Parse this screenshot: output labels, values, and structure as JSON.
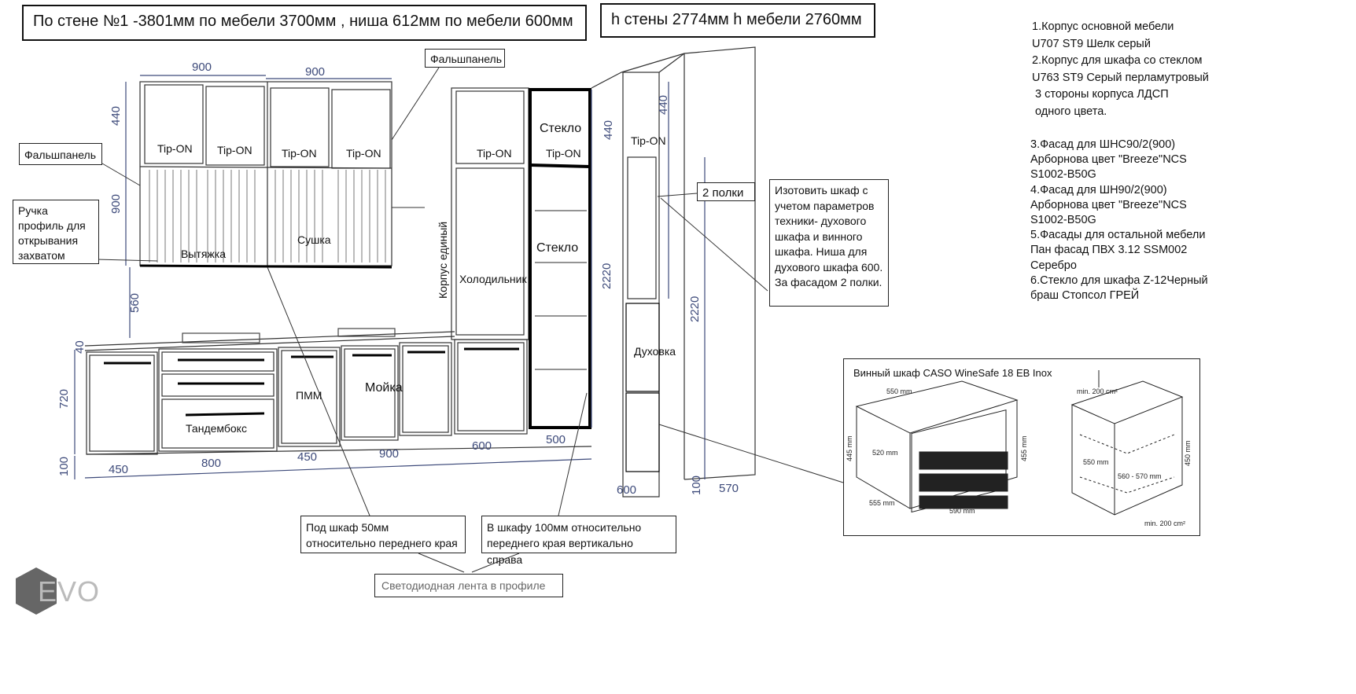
{
  "header": {
    "wall_text": "По стене №1 -3801мм по мебели 3700мм , ниша 612мм по мебели 600мм",
    "height_text": "h стены 2774мм   h мебели 2760мм"
  },
  "notes": {
    "lines_a": [
      "1.Корпус основной мебели",
      "U707 ST9 Шелк серый",
      "2.Корпус для шкафа со стеклом",
      "U763 ST9 Серый перламутровый",
      "3 стороны корпуса ЛДСП",
      "одного цвета."
    ],
    "lines_b": [
      "3.Фасад для ШНС90/2(900)",
      "Арборнова цвет \"Breeze\"NCS",
      "S1002-B50G",
      "4.Фасад для ШН90/2(900)",
      "Арборнова цвет \"Breeze\"NCS",
      "S1002-B50G",
      "5.Фасады для остальной мебели",
      "Пан фасад ПВХ 3.12 SSM002",
      "Серебро",
      "6.Стекло для шкафа Z-12Черный",
      "браш Стопсол ГРЕЙ"
    ]
  },
  "callouts": {
    "falshpanel_top": "Фальшпанель",
    "falshpanel_left": "Фальшпанель",
    "handle_profile": "Ручка профиль для открывания захватом",
    "two_shelves": "2 полки",
    "cabinet_note": "Изотовить шкаф с учетом параметров техники- духового шкафа и винного шкафа. Ниша для духового шкафа 600. За фасадом 2 полки.",
    "under_cabinet": "Под шкаф 50мм относительно переднего края",
    "in_cabinet": "В шкафу 100мм относительно переднего края вертикально справа",
    "led_strip": "Светодиодная лента в профиле"
  },
  "drawing_labels": {
    "tip_on": "Tip-ON",
    "steklo": "Стекло",
    "vytyazhka": "Вытяжка",
    "sushka": "Сушка",
    "korpus_edinyi": "Корпус единый",
    "holodilnik": "Холодильник",
    "duhovka": "Духовка",
    "pmm": "ПММ",
    "moyka": "Мойка",
    "tandemboks": "Тандембокс"
  },
  "dimensions": {
    "upper_w1": "900",
    "upper_w2": "900",
    "upper_h_top": "440",
    "upper_h_main": "900",
    "gap": "560",
    "countertop": "40",
    "base_h": "720",
    "plinth": "100",
    "base_w": [
      "450",
      "800",
      "450",
      "900",
      "600",
      "500"
    ],
    "tall_top": "440",
    "tall_body": "2220",
    "side_top": "440",
    "side_body": "2220",
    "side_depth": "600",
    "side_plinth": "100",
    "side_width": "570"
  },
  "wine_cabinet": {
    "title": "Винный шкаф CASO WineSafe 18 EB Inox",
    "dims": {
      "w_top": "550 mm",
      "h_left": "445 mm",
      "depth": "520 mm",
      "depth_bottom": "555 mm",
      "w_front": "590 mm",
      "h_front": "455 mm",
      "niche_top": "min. 200 cm²",
      "niche_w": "550 mm",
      "niche_w2": "560 - 570 mm",
      "niche_h": "450 mm",
      "niche_bottom": "min. 200 cm²"
    }
  },
  "logo": {
    "text": "EVO"
  }
}
